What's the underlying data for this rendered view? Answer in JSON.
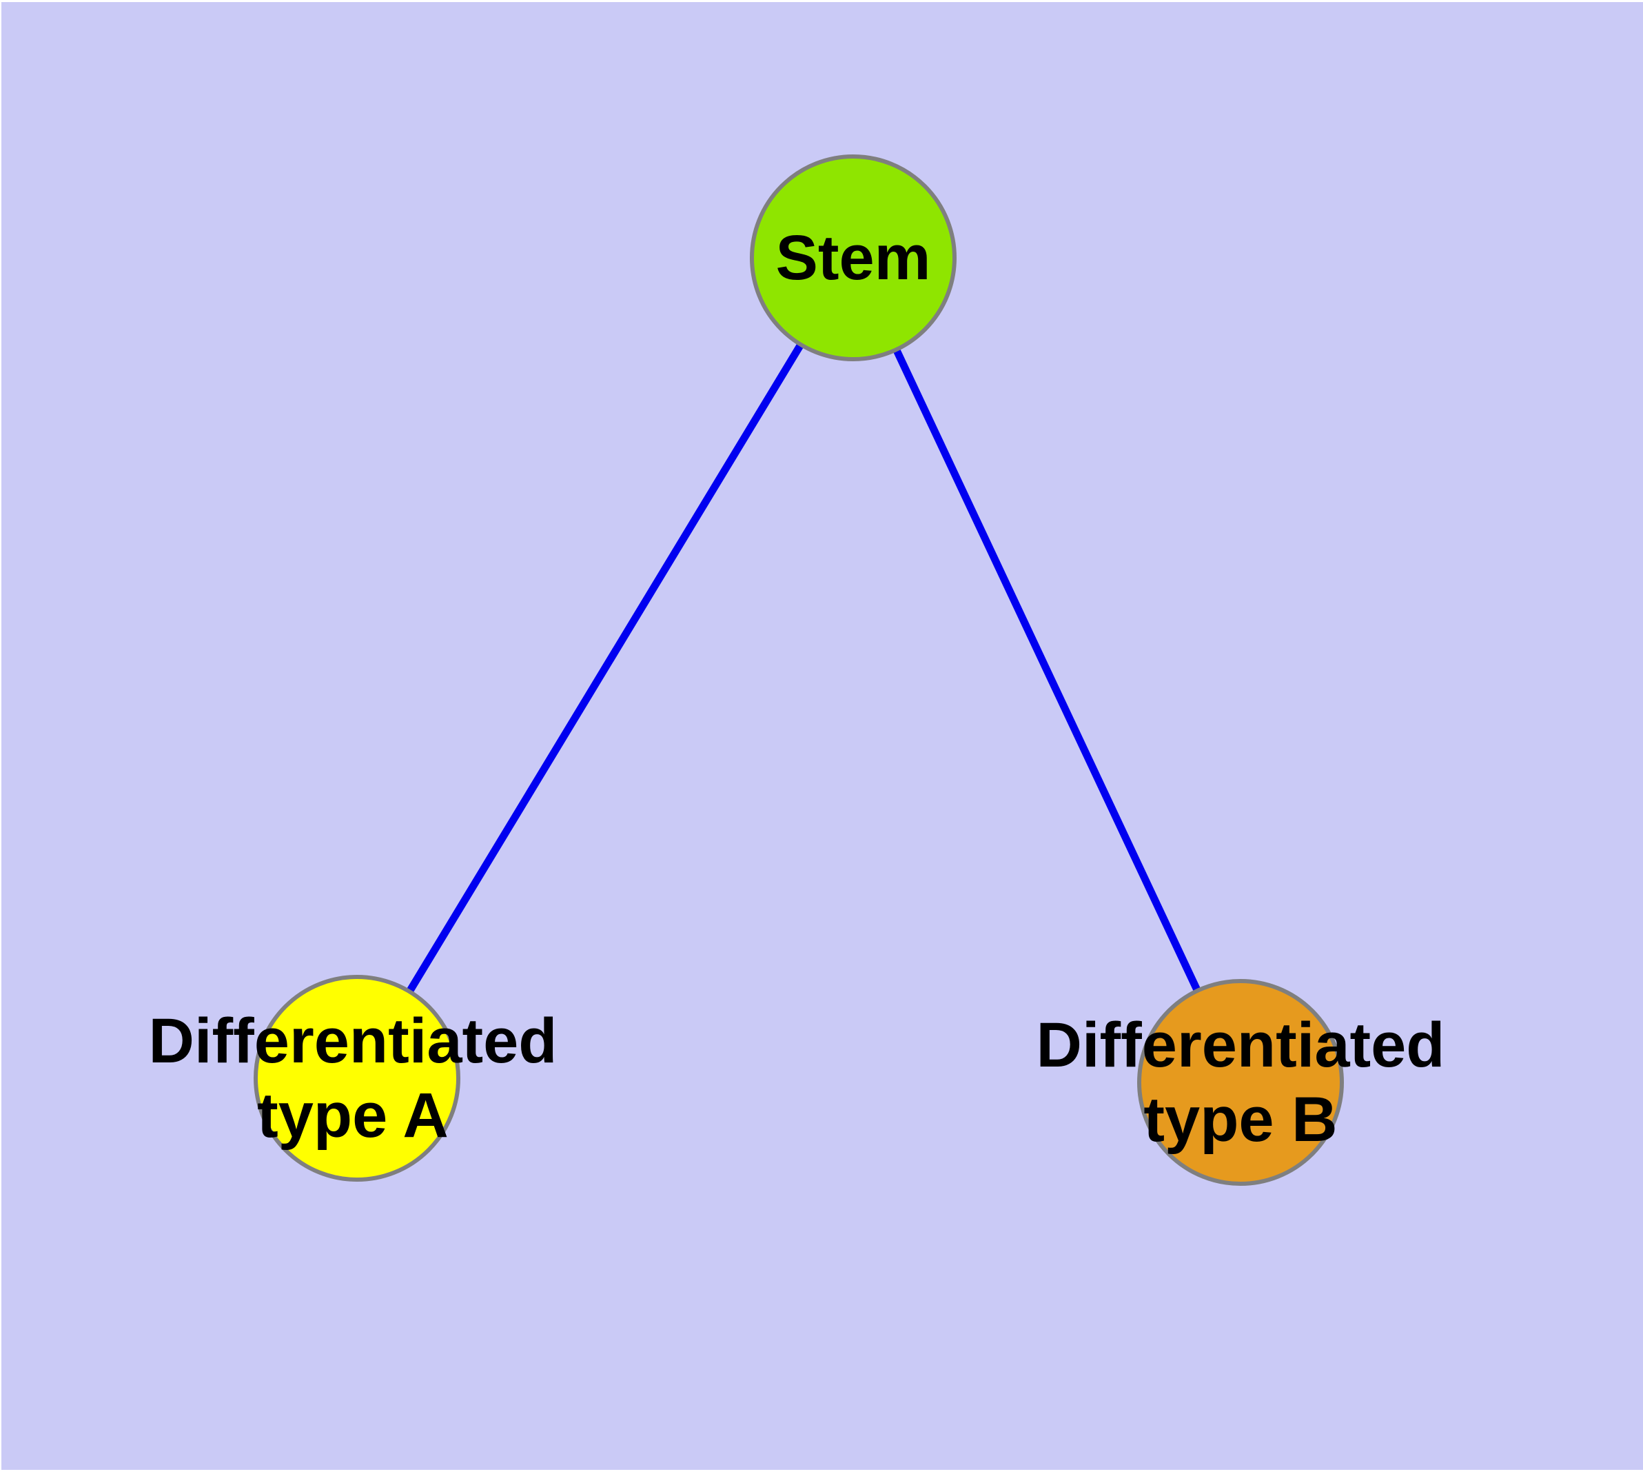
{
  "diagram": {
    "title": "",
    "nodes": [
      {
        "id": "stem",
        "label": "Stem",
        "fill": "#8FE500",
        "shape": "circle"
      },
      {
        "id": "type-a",
        "label_line1": "Differentiated",
        "label_line2": "type A",
        "fill": "#FFFF00",
        "shape": "circle"
      },
      {
        "id": "type-b",
        "label_line1": "Differentiated",
        "label_line2": "type B",
        "fill": "#E69A1E",
        "shape": "circle"
      }
    ],
    "edges": [
      {
        "from": "stem",
        "to": "type-a"
      },
      {
        "from": "stem",
        "to": "type-b"
      }
    ],
    "colors": {
      "background": "#CACAF6",
      "edge": "#0000F0",
      "node_border": "#7F7F7F",
      "label_text": "#000000",
      "page": "#FFFFFF"
    }
  }
}
